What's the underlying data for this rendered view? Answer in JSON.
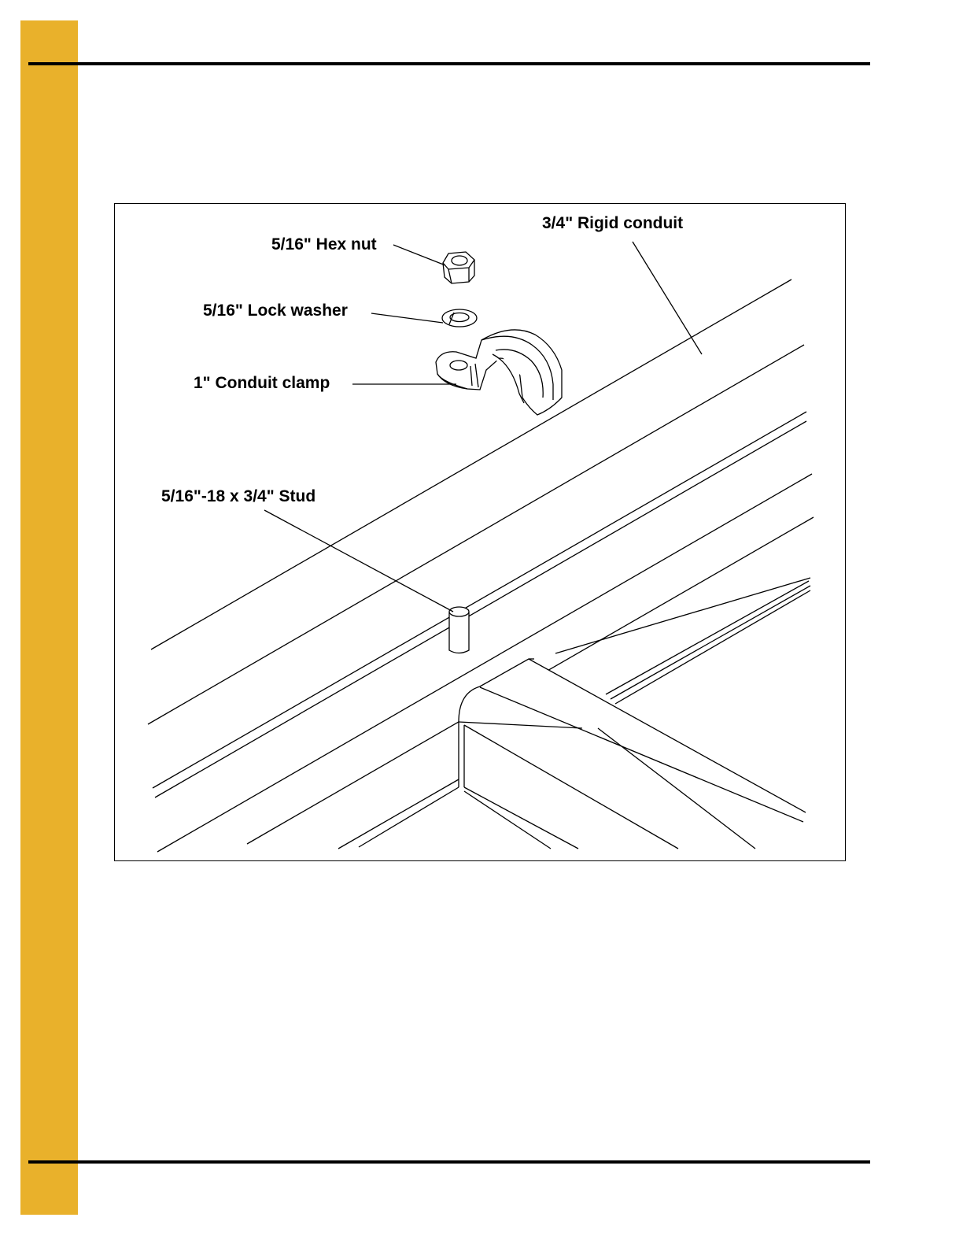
{
  "page": {
    "accent_color": "#E9B12B",
    "rule_color": "#000000"
  },
  "figure": {
    "callouts": {
      "hex_nut": "5/16\" Hex nut",
      "lock_washer": "5/16\" Lock washer",
      "conduit_clamp": "1\" Conduit clamp",
      "rigid_conduit": "3/4\" Rigid conduit",
      "stud": "5/16\"-18 x 3/4\" Stud"
    },
    "parts": [
      {
        "id": "hex-nut",
        "icon": "hex-nut-icon"
      },
      {
        "id": "lock-washer",
        "icon": "lock-washer-icon"
      },
      {
        "id": "conduit-clamp",
        "icon": "conduit-clamp-icon"
      },
      {
        "id": "rigid-conduit",
        "icon": "rigid-conduit-icon"
      },
      {
        "id": "stud",
        "icon": "stud-icon"
      }
    ]
  }
}
